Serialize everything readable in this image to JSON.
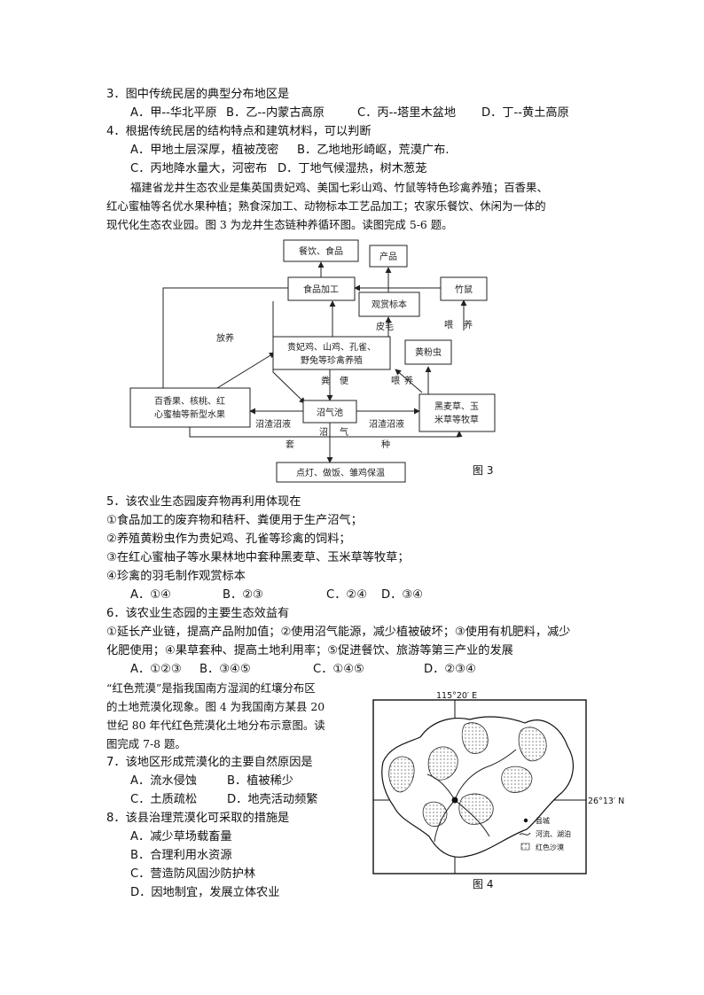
{
  "q3": {
    "stem": "3．图中传统民居的典型分布地区是",
    "options": [
      "A．甲--华北平原",
      "B．乙--内蒙古高原",
      "C．丙--塔里木盆地",
      "D．丁--黄土高原"
    ]
  },
  "q4": {
    "stem": "4．根据传统民居的结构特点和建筑材料，可以判断",
    "opt_row1": [
      "A．甲地土层深厚，植被茂密",
      "B．乙地地形崎岖，荒漠广布."
    ],
    "opt_row2": [
      "C．丙地降水量大，河密布",
      "D．丁地气候湿热，树木葱茏"
    ]
  },
  "intro56": {
    "line1": "福建省龙井生态农业是集英国贵妃鸡、美国七彩山鸡、竹鼠等特色珍禽养殖；百香果、",
    "line2": "红心蜜柚等名优水果种植；熟食深加工、动物标本工艺品加工；农家乐餐饮、休闲为一体的",
    "line3": "现代化生态农业园。图 3 为龙井生态链种养循环图。读图完成 5-6 题。"
  },
  "figure3": {
    "caption": "图 3",
    "boxes": {
      "food": "餐饮、食品",
      "product": "产品",
      "processing": "食品加工",
      "bamboo_rat": "竹鼠",
      "specimen": "观赏标本",
      "poultry_1": "贵妃鸡、山鸡、孔雀、",
      "poultry_2": "野兔等珍禽养殖",
      "mealworm": "黄粉虫",
      "fruit_1": "百香果、核桃、红",
      "fruit_2": "心蜜柚等新型水果",
      "biogas": "沼气池",
      "grass_1": "黑麦草、玉",
      "grass_2": "米草等牧草",
      "uses": "点灯、做饭、雏鸡保温"
    },
    "labels": {
      "release": "放养",
      "fur": "皮毛",
      "feed_1": "喂",
      "feed_2": "养",
      "feed_3": "喂",
      "feed_4": "养",
      "manure_1": "粪",
      "manure_2": "便",
      "slurry_left": "沼渣沼液",
      "slurry_right": "沼渣沼液",
      "gas_1": "沼",
      "gas_2": "气",
      "intercrop_1": "套",
      "intercrop_2": "种"
    }
  },
  "q5": {
    "stem": "5．该农业生态园废弃物再利用体现在",
    "s1": "①食品加工的废弃物和秸秆、粪便用于生产沼气；",
    "s2": "②养殖黄粉虫作为贵妃鸡、孔雀等珍禽的饲料；",
    "s3": "③在红心蜜柚子等水果林地中套种黑麦草、玉米草等牧草；",
    "s4": "④珍禽的羽毛制作观赏标本",
    "options": [
      "A．①④",
      "B．②③",
      "C．②④",
      "D．③④"
    ]
  },
  "q6": {
    "stem": "6．该农业生态园的主要生态效益有",
    "s_line1": "①延长产业链，提高产品附加值；②使用沼气能源，减少植被破坏；③使用有机肥料，减少",
    "s_line2": "化肥使用；④果草套种、提高土地利用率；⑤促进餐饮、旅游等第三产业的发展",
    "options": [
      "A．①②③",
      "B．③④⑤",
      "C．①④⑤",
      "D．②③④"
    ]
  },
  "intro78": {
    "line1": "“红色荒漠”是指我国南方湿润的红壤分布区",
    "line2": "的土地荒漠化现象。图 4 为我国南方某县 20",
    "line3": "世纪 80 年代红色荒漠化土地分布示意图。读",
    "line4": "图完成 7-8 题。"
  },
  "q7": {
    "stem": "7．该地区形成荒漠化的主要自然原因是",
    "opt_row1": [
      "A．流水侵蚀",
      "B．植被稀少"
    ],
    "opt_row2": [
      "C．土质疏松",
      "D．地壳活动频繁"
    ]
  },
  "q8": {
    "stem": "8．该县治理荒漠化可采取的措施是",
    "options": [
      "A．减少草场载畜量",
      "B．合理利用水资源",
      "C．营造防风固沙防护林",
      "D．因地制宜，发展立体农业"
    ]
  },
  "figure4": {
    "caption": "图 4",
    "longitude": "115°20′ E",
    "latitude": "26°13′ N",
    "legend": [
      "县城",
      "河流、湖泊",
      "红色沙漠"
    ]
  }
}
